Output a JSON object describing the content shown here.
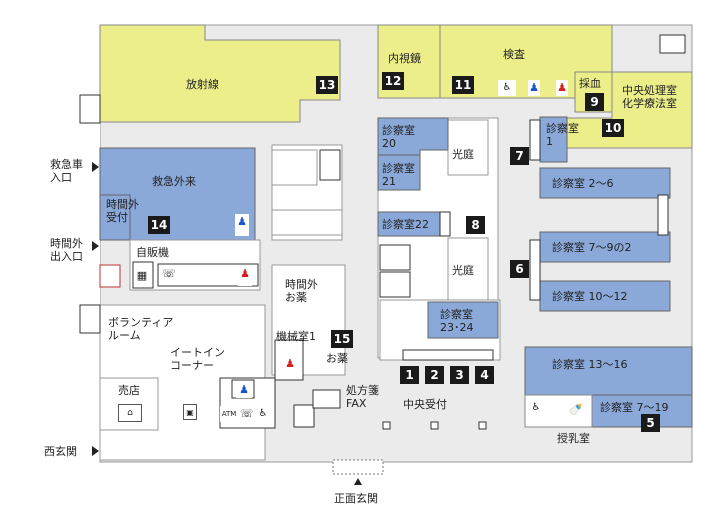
{
  "colors": {
    "yellow": "#ecee8a",
    "blue": "#8aa8d8",
    "floor": "#ebebeb",
    "wall": "#ffffff",
    "dark": "#1a1a1a"
  },
  "rooms": {
    "radiology": "放射線",
    "emergency": "救急外来",
    "after_hours_reception": "時間外\n受付",
    "vending": "自販機",
    "volunteer_room": "ボランティア\nルーム",
    "eat_in": "イートイン\nコーナー",
    "shop": "売店",
    "after_hours_pharmacy": "時間外\nお薬",
    "machine_room": "機械室1",
    "medicine": "お薬",
    "prescription_fax": "処方箋\nFAX",
    "central_reception": "中央受付",
    "endoscopy": "内視鏡",
    "exam": "検査",
    "blood_sampling": "採血",
    "central_processing": "中央処理室\n化学療法室",
    "courtyard": "光庭",
    "exam_20": "診察室\n20",
    "exam_21": "診察室\n21",
    "exam_22": "診察室22",
    "exam_23_24": "診察室\n23･24",
    "exam_1": "診察室\n1",
    "exam_2_6": "診察室 2～6",
    "exam_7_9": "診察室 7～9の2",
    "exam_10_12": "診察室 10～12",
    "exam_13_16": "診察室 13～16",
    "exam_7_19": "診察室 7～19",
    "nursing_room": "授乳室"
  },
  "entrances": {
    "emergency_vehicle": "救急車\n入口",
    "after_hours": "時間外\n出入口",
    "west": "西玄関",
    "front": "正面玄関"
  },
  "numbers": [
    "1",
    "2",
    "3",
    "4",
    "5",
    "6",
    "7",
    "8",
    "9",
    "10",
    "11",
    "12",
    "13",
    "14",
    "15"
  ],
  "icons": {
    "atm": "ATM"
  }
}
